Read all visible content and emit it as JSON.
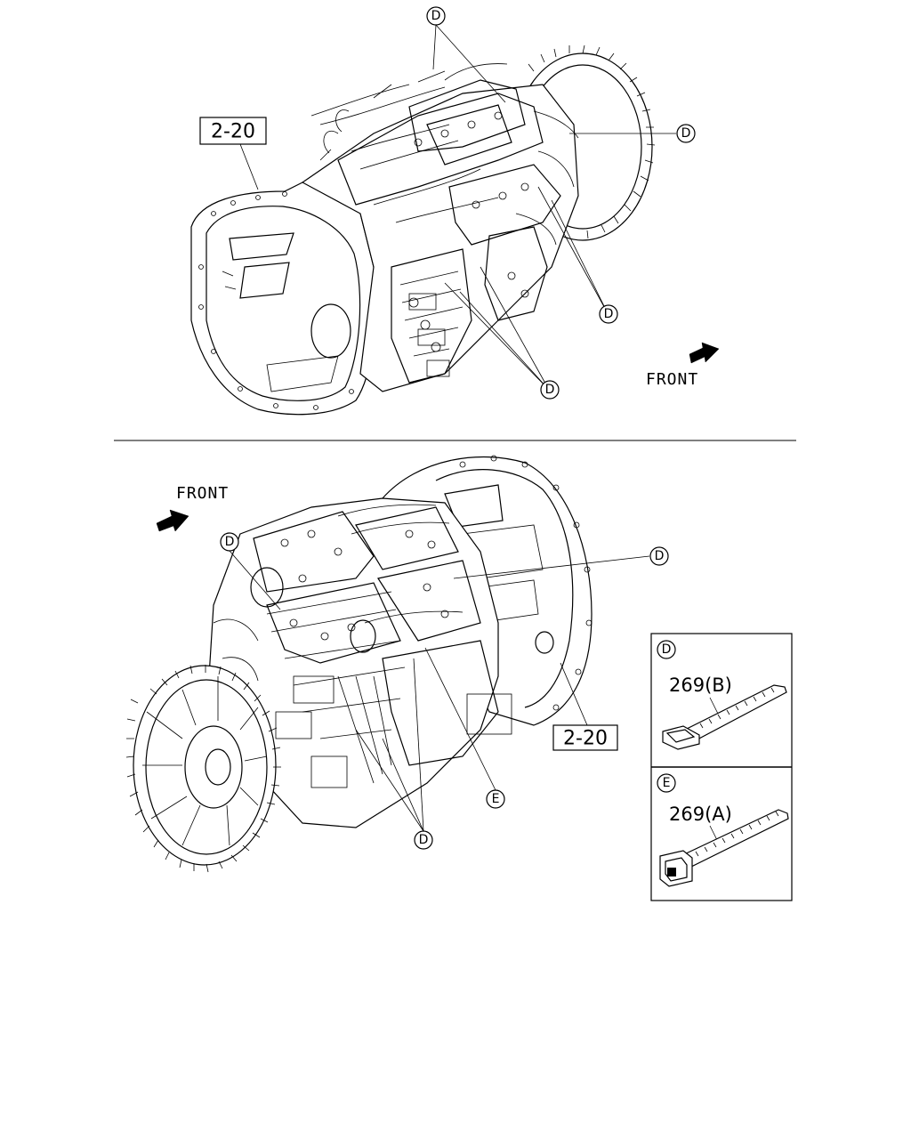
{
  "top_view": {
    "ref_label": "2-20",
    "front_label": "FRONT",
    "callouts": [
      "D",
      "D",
      "D",
      "D"
    ]
  },
  "bottom_view": {
    "ref_label": "2-20",
    "front_label": "FRONT",
    "callouts": [
      "D",
      "D",
      "D",
      "E"
    ]
  },
  "legend": {
    "items": [
      {
        "callout": "D",
        "part_number": "269(B)",
        "part": "cable-tie-with-clip"
      },
      {
        "callout": "E",
        "part_number": "269(A)",
        "part": "cable-tie-with-mount"
      }
    ]
  }
}
